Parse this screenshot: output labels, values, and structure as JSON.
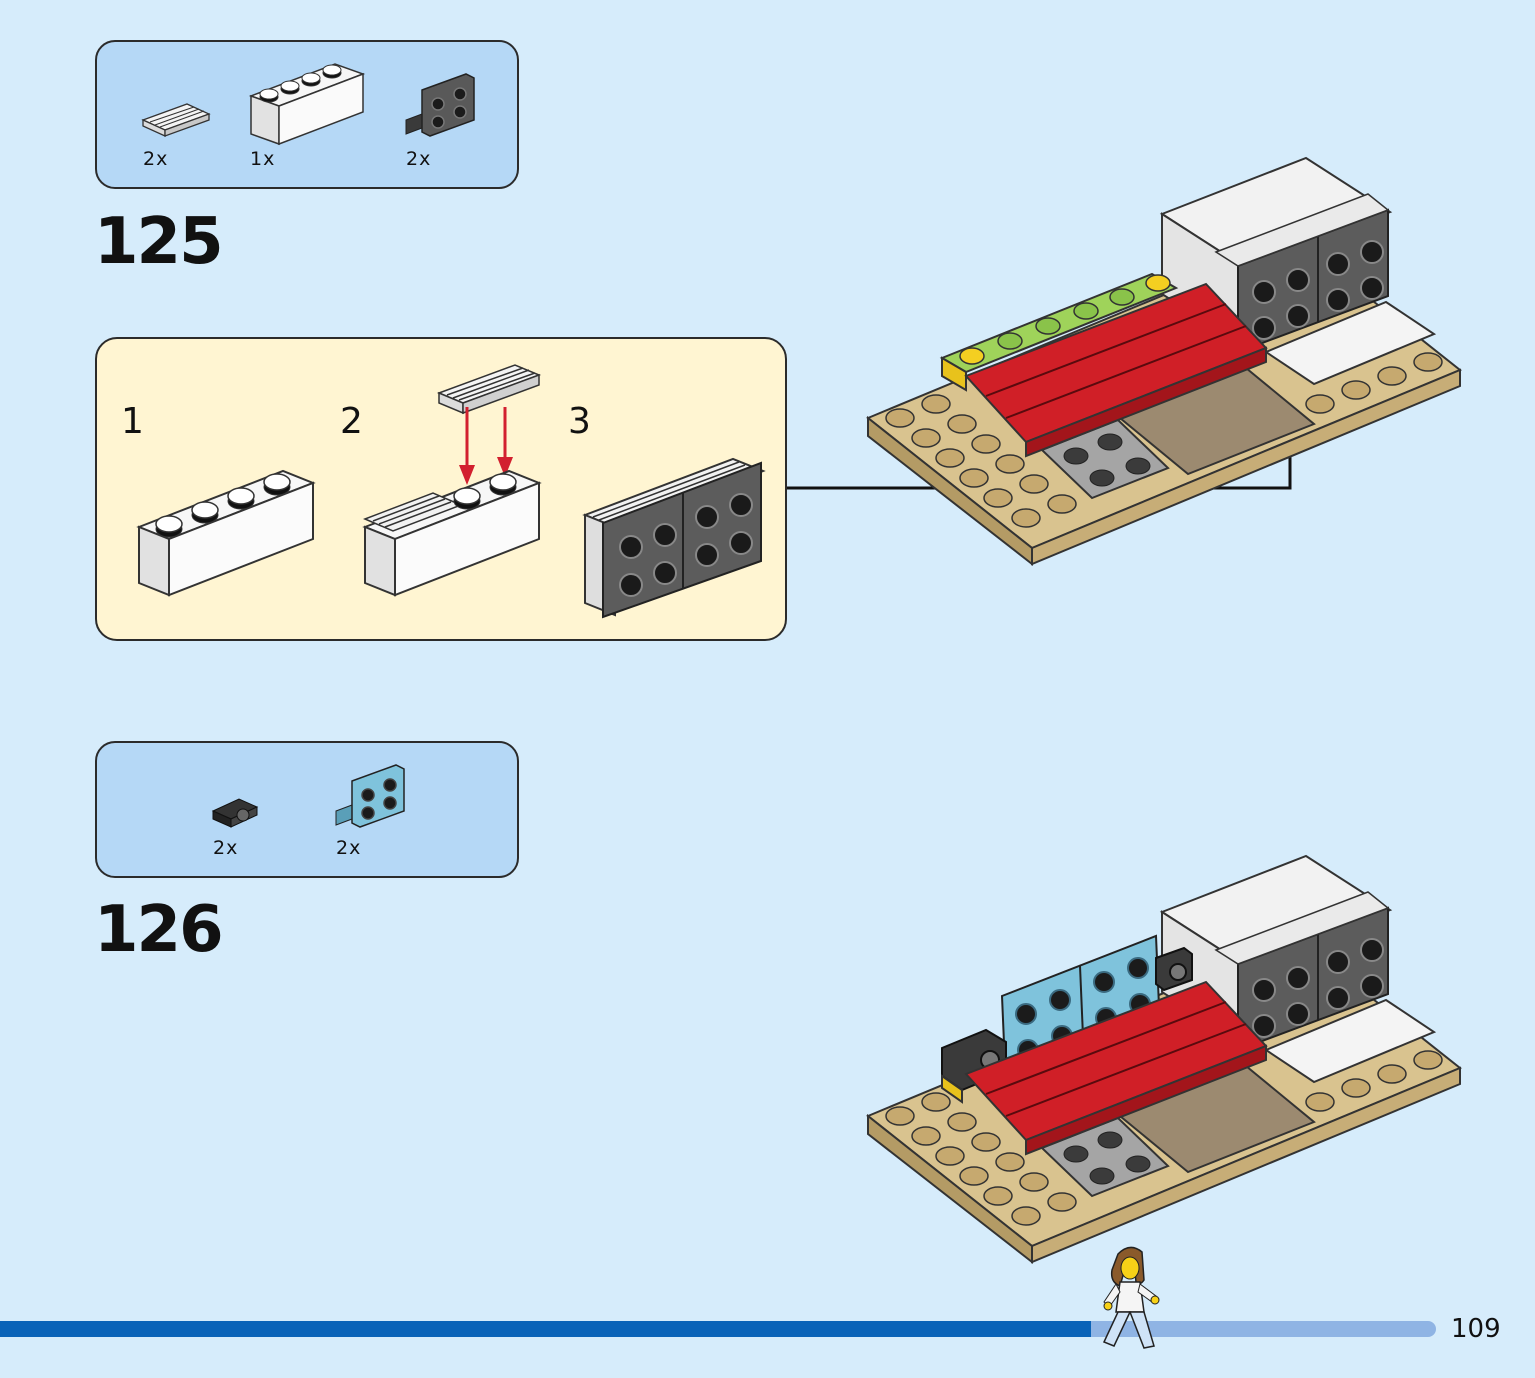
{
  "page": {
    "number": "109",
    "progress": 0.76
  },
  "step125": {
    "number": "125",
    "parts": [
      {
        "qty": "2x",
        "icon": "white-grille-tile-icon"
      },
      {
        "qty": "1x",
        "icon": "white-brick-1x4-icon"
      },
      {
        "qty": "2x",
        "icon": "dark-gray-bracket-plate-icon"
      }
    ],
    "substeps": [
      "1",
      "2",
      "3"
    ]
  },
  "step126": {
    "number": "126",
    "parts": [
      {
        "qty": "2x",
        "icon": "black-clip-plate-icon"
      },
      {
        "qty": "2x",
        "icon": "light-blue-bracket-plate-icon"
      }
    ]
  },
  "colors": {
    "background": "#d6ecfb",
    "parts_box": "#b5d8f6",
    "substep_box": "#fff5d2",
    "arrow_red": "#d2202f",
    "progress": "#0a63b8"
  }
}
